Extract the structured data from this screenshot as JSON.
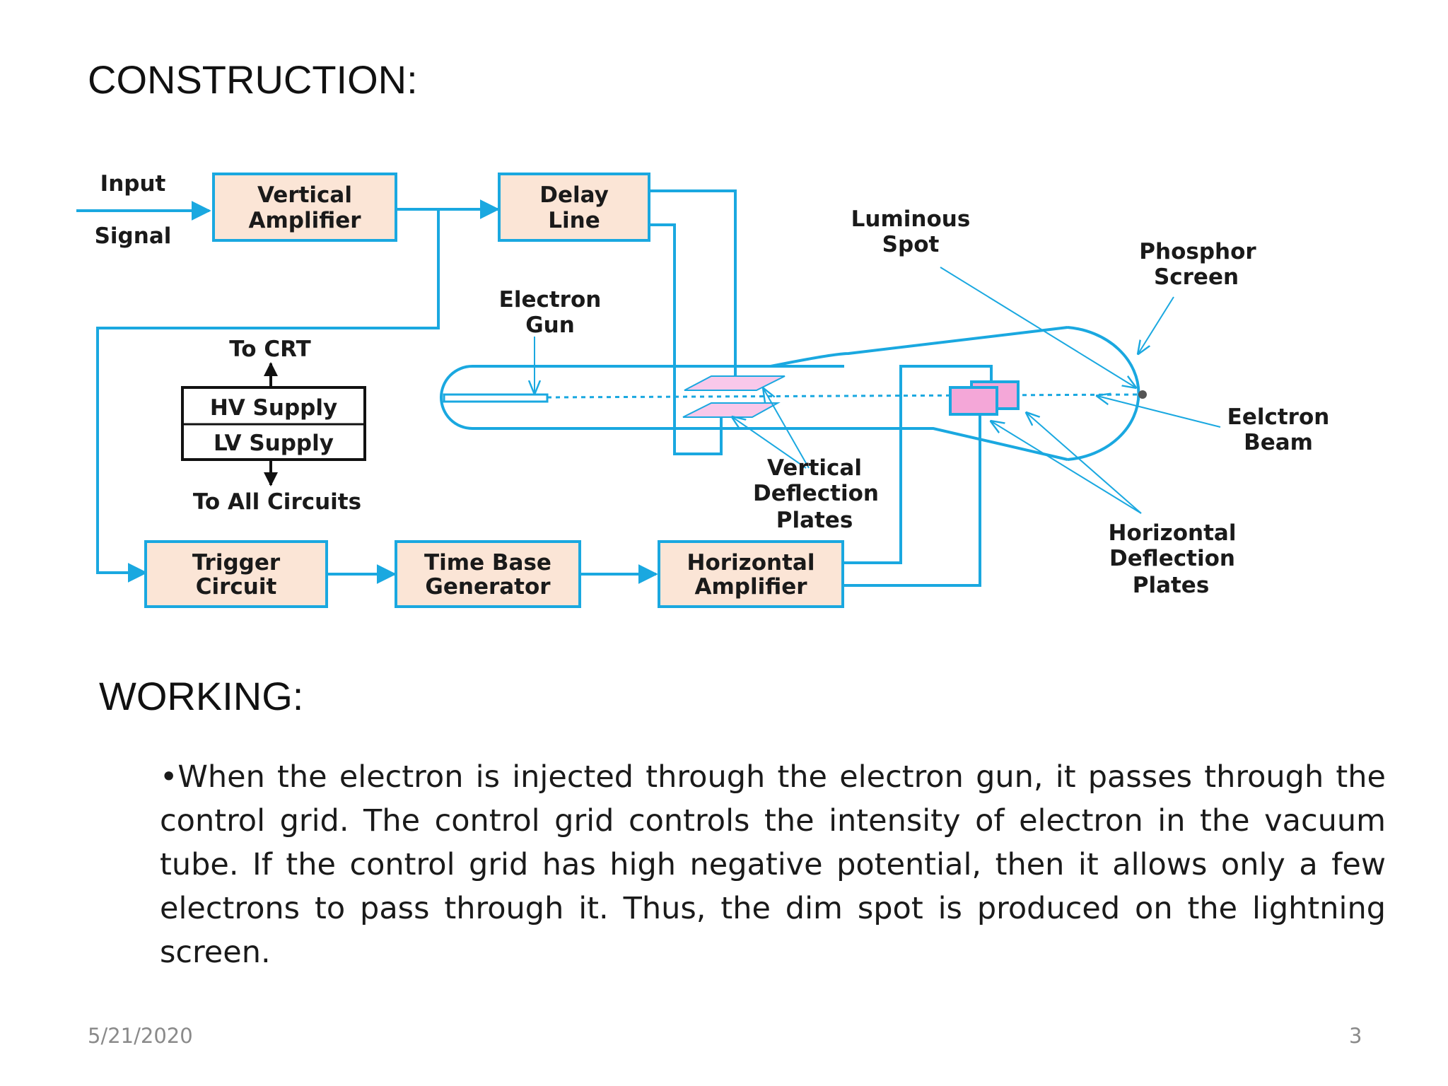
{
  "slide": {
    "construction_heading": "CONSTRUCTION:",
    "working_heading": "WORKING:",
    "bullet_text": "•When the electron is injected through the electron gun, it passes through the control grid. The control grid controls the intensity of electron in the vacuum tube. If the control grid has high negative potential, then it allows only a few electrons to pass through it. Thus, the dim spot is produced on the lightning screen.",
    "footer_date": "5/21/2020",
    "footer_page": "3"
  },
  "diagram": {
    "input_label_1": "Input",
    "input_label_2": "Signal",
    "vertical_amplifier": [
      "Vertical",
      "Amplifier"
    ],
    "delay_line": [
      "Delay",
      "Line"
    ],
    "luminous_spot": [
      "Luminous",
      "Spot"
    ],
    "phosphor_screen": [
      "Phosphor",
      "Screen"
    ],
    "electron_gun": [
      "Electron",
      "Gun"
    ],
    "to_crt": "To CRT",
    "hv_supply": "HV Supply",
    "lv_supply": "LV Supply",
    "to_all_circuits": "To All Circuits",
    "electron_beam": [
      "Eelctron",
      "Beam"
    ],
    "vertical_deflection_plates": [
      "Vertical",
      "Deflection",
      "Plates"
    ],
    "horizontal_deflection_plates": [
      "Horizontal",
      "Deflection",
      "Plates"
    ],
    "trigger_circuit": [
      "Trigger",
      "Circuit"
    ],
    "time_base_generator": [
      "Time Base",
      "Generator"
    ],
    "horizontal_amplifier": [
      "Horizontal",
      "Amplifier"
    ]
  },
  "colors": {
    "wire": "#1aa8e0",
    "box_fill": "#fbe5d6",
    "plate_fill": "#f4a7d8",
    "plate_light": "#f8c8ea",
    "text": "#1a1a1a"
  }
}
